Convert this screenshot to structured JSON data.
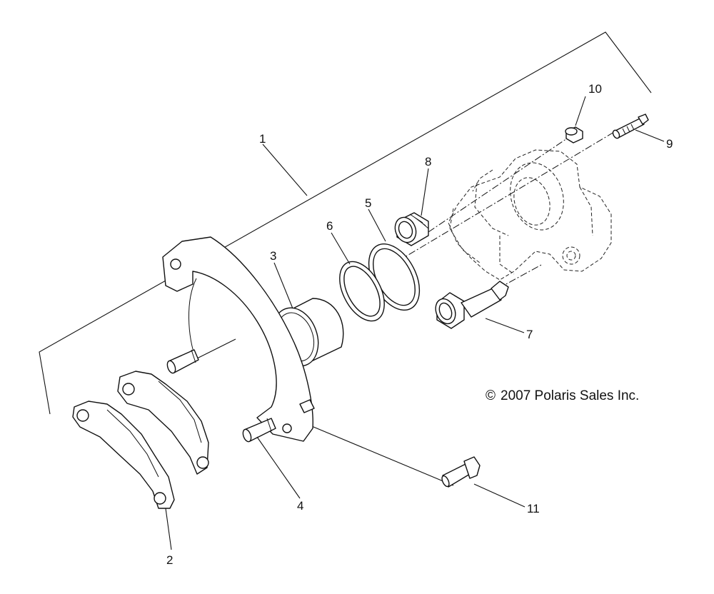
{
  "callouts": {
    "c1": "1",
    "c2": "2",
    "c3": "3",
    "c4": "4",
    "c5": "5",
    "c6": "6",
    "c7": "7",
    "c8": "8",
    "c9": "9",
    "c10": "10",
    "c11": "11"
  },
  "copyright": {
    "symbol": "©",
    "text": "2007 Polaris Sales Inc."
  }
}
